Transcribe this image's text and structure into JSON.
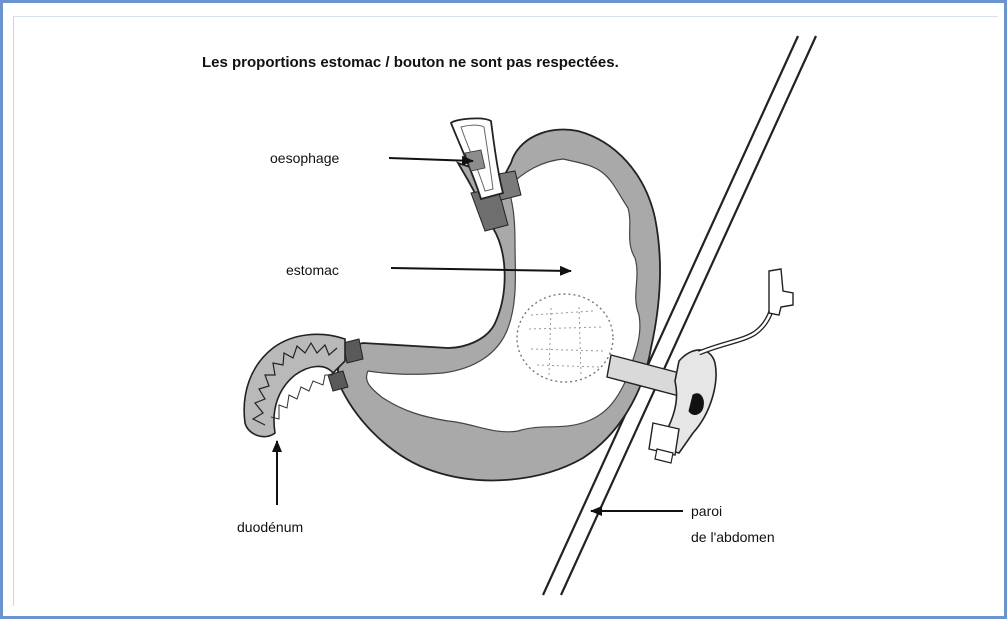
{
  "title": "Les proportions estomac / bouton ne sont pas respectées.",
  "labels": {
    "oesophage": "oesophage",
    "estomac": "estomac",
    "duodenum": "duodénum",
    "paroi_line1": "paroi",
    "paroi_line2": "de l'abdomen"
  },
  "colors": {
    "frame": "#6a93cf",
    "ink": "#111111",
    "tissue": "#a9a9a9",
    "tissue_dark": "#6e6e6e",
    "lumen": "#ffffff"
  }
}
